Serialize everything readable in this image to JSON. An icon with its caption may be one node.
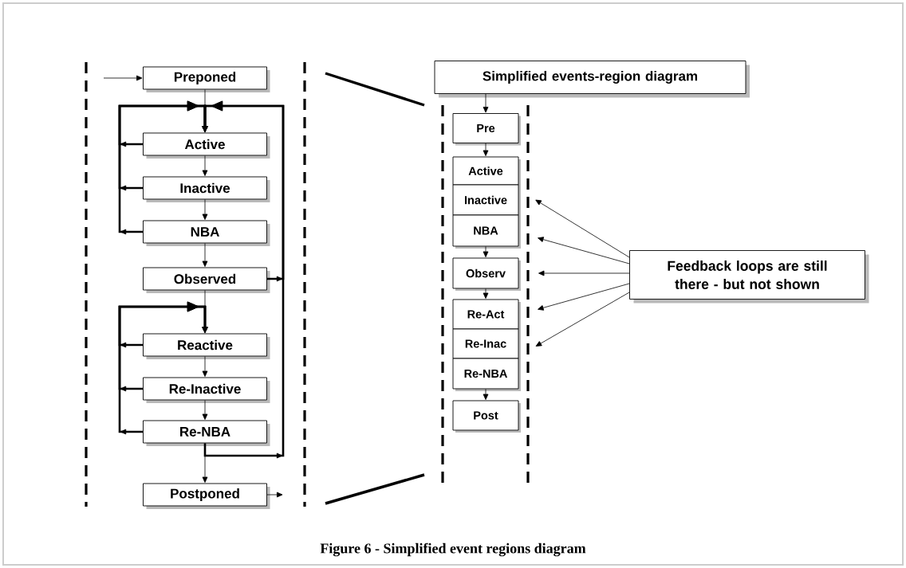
{
  "diagram": {
    "caption": "Figure 6 - Simplified event regions diagram",
    "nodes": [
      {
        "text": [
          "Preponed"
        ]
      },
      {
        "text": [
          "Active"
        ]
      },
      {
        "text": [
          "Inactive"
        ]
      },
      {
        "text": [
          "NBA"
        ]
      },
      {
        "text": [
          "Observed"
        ]
      },
      {
        "text": [
          "Reactive"
        ]
      },
      {
        "text": [
          "Re-Inactive"
        ]
      },
      {
        "text": [
          "Re-NBA"
        ]
      },
      {
        "text": [
          "Postponed"
        ]
      },
      {
        "text": [
          "Simplified events-region diagram"
        ]
      },
      {
        "text": [
          "Pre"
        ]
      },
      {
        "text": [
          "Active"
        ]
      },
      {
        "text": [
          "Inactive"
        ]
      },
      {
        "text": [
          "NBA"
        ]
      },
      {
        "text": [
          "Observ"
        ]
      },
      {
        "text": [
          "Re-Act"
        ]
      },
      {
        "text": [
          "Re-Inac"
        ]
      },
      {
        "text": [
          "Re-NBA"
        ]
      },
      {
        "text": [
          "Post"
        ]
      },
      {
        "text": [
          "Feedback loops are still there - but not shown"
        ]
      }
    ],
    "edges": [
      {
        "from": null,
        "to": 0,
        "arrow": "to"
      },
      {
        "from": 0,
        "to": 1,
        "arrow": "to"
      },
      {
        "from": 1,
        "to": 2,
        "arrow": "to"
      },
      {
        "from": 2,
        "to": 3,
        "arrow": "to"
      },
      {
        "from": 3,
        "to": 4,
        "arrow": "to"
      },
      {
        "from": 1,
        "to": 1,
        "arrow": "to",
        "style": "thick"
      },
      {
        "from": 2,
        "to": 1,
        "arrow": "to",
        "style": "thick"
      },
      {
        "from": 3,
        "to": 1,
        "arrow": "to",
        "style": "thick"
      },
      {
        "from": 4,
        "to": 1,
        "arrow": "to",
        "style": "thick"
      },
      {
        "from": 7,
        "to": 1,
        "arrow": "to",
        "style": "thick"
      },
      {
        "from": 4,
        "to": 5,
        "arrow": "to"
      },
      {
        "from": 5,
        "to": 6,
        "arrow": "to"
      },
      {
        "from": 6,
        "to": 7,
        "arrow": "to"
      },
      {
        "from": 5,
        "to": 5,
        "arrow": "to",
        "style": "thick"
      },
      {
        "from": 6,
        "to": 5,
        "arrow": "to",
        "style": "thick"
      },
      {
        "from": 7,
        "to": 5,
        "arrow": "to",
        "style": "thick"
      },
      {
        "from": 7,
        "to": 8,
        "arrow": "to"
      },
      {
        "from": 8,
        "to": null,
        "arrow": "to"
      },
      {
        "from": 9,
        "to": 10,
        "arrow": "to"
      },
      {
        "from": 10,
        "to": 11,
        "arrow": "to"
      },
      {
        "from": 13,
        "to": 14,
        "arrow": "to"
      },
      {
        "from": 14,
        "to": 15,
        "arrow": "to"
      },
      {
        "from": 17,
        "to": 18,
        "arrow": "to"
      },
      {
        "from": 19,
        "to": 12,
        "arrow": "to"
      },
      {
        "from": 19,
        "to": 13,
        "arrow": "to"
      },
      {
        "from": 19,
        "to": 14,
        "arrow": "to"
      },
      {
        "from": 19,
        "to": 15,
        "arrow": "to"
      },
      {
        "from": 19,
        "to": 16,
        "arrow": "to"
      }
    ]
  }
}
